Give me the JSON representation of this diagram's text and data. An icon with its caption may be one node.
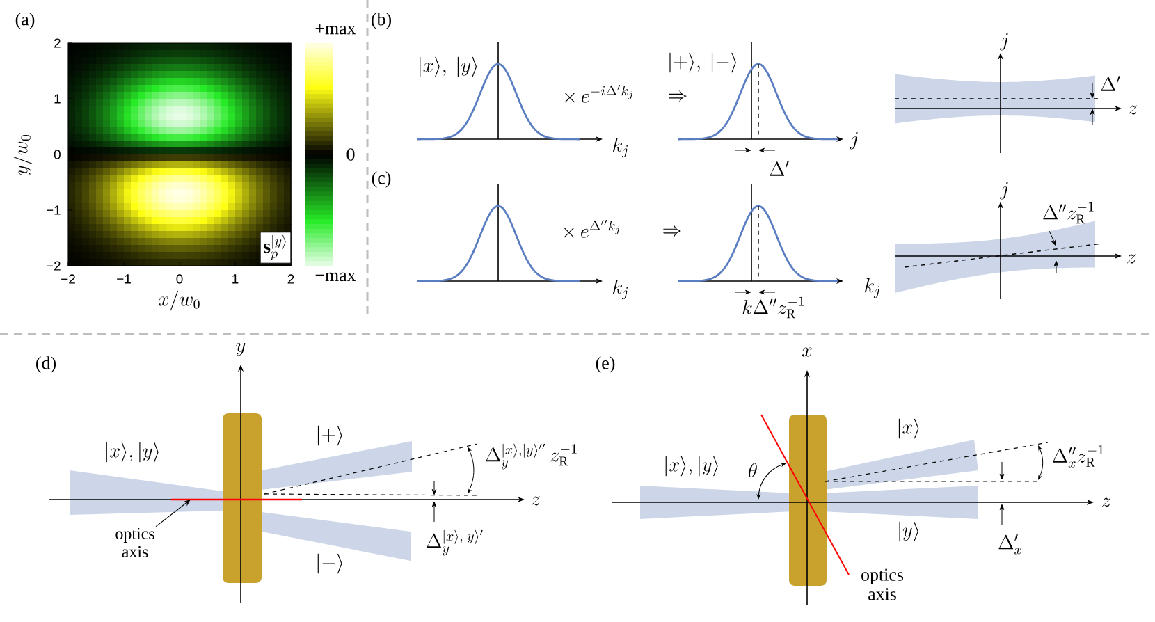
{
  "diagram": {
    "nodes": [
      {
        "text": [
          "optics axis"
        ]
      },
      {
        "text": [],
        "shape": "line"
      }
    ],
    "edges": [
      {
        "from": 0,
        "to": 1,
        "arrow": "to"
      }
    ],
    "labels": [
      "(a)",
      "2",
      "1",
      "0",
      "−1",
      "−2",
      "y/w_0",
      "−2",
      "−1",
      "0",
      "1",
      "2",
      "x/w_0",
      "+max",
      "0",
      "−max",
      "\\mathbf{s}_p^{|y\\rangle}",
      "(b)",
      "|x\\rangle,\\ |y\\rangle",
      "\\times\\, e^{-i\\Delta' k_j}",
      "\\Rightarrow",
      "|+\\rangle,\\ |-\\rangle",
      "j",
      "k_j",
      "j",
      "\\Delta'",
      "z",
      "\\Delta'",
      "(c)",
      "j",
      "\\times\\, e^{\\Delta'' k_j}",
      "\\Rightarrow",
      "\\Delta'' z_{\\mathrm{R}}^{-1}",
      "k_j",
      "k_j",
      "z",
      "k\\Delta'' z_{\\mathrm{R}}^{-1}",
      "(d)",
      "y",
      "|+\\rangle",
      "|x\\rangle,|y\\rangle",
      "\\Delta_y^{|x\\rangle,|y\\rangle''}\\, z_{\\mathrm{R}}^{-1}",
      "z",
      "\\Delta_y^{|x\\rangle,|y\\rangle'}",
      "|-\\rangle",
      "(e)",
      "x",
      "|x\\rangle",
      "|x\\rangle,|y\\rangle",
      "\\theta",
      "\\Delta_x'' z_{\\mathrm{R}}^{-1}",
      "z",
      "|y\\rangle",
      "\\Delta_x'",
      "optics axis"
    ]
  }
}
